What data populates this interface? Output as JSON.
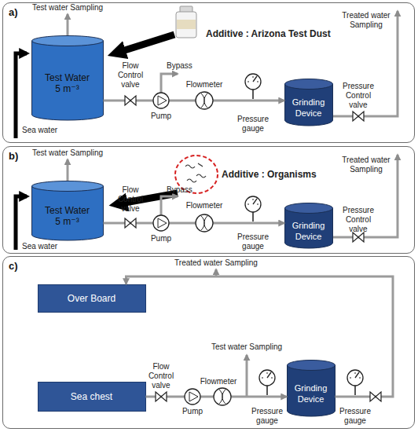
{
  "diagram": {
    "nodes": [
      {
        "text": [
          "a)"
        ]
      },
      {
        "text": [
          "Test Water",
          "5 m⁻³"
        ],
        "in": 0
      },
      {
        "text": [
          "Grinding Device"
        ],
        "in": 0
      },
      {
        "text": [
          "b)"
        ]
      },
      {
        "text": [
          "Test Water",
          "5 m⁻³"
        ],
        "in": 3
      },
      {
        "text": [
          "Grinding Device"
        ],
        "in": 3
      },
      {
        "text": [
          "c)"
        ]
      },
      {
        "text": [
          "Over Board"
        ],
        "in": 6
      },
      {
        "text": [
          "Sea chest"
        ],
        "in": 6
      },
      {
        "text": [
          "Grinding Device"
        ],
        "in": 6
      }
    ],
    "edges": [
      {
        "from": 1,
        "to": 2,
        "arrow": "to"
      },
      {
        "from": 4,
        "to": 5,
        "arrow": "to"
      },
      {
        "from": 8,
        "to": 9,
        "arrow": "to"
      },
      {
        "from": 9,
        "to": 7,
        "arrow": "to"
      }
    ],
    "labels": [
      "Test water Sampling",
      "Additive : Arizona Test Dust",
      "Treated water Sampling",
      "Bypass",
      "Flow Control valve",
      "Pump",
      "Flowmeter",
      "Pressure gauge",
      "Pressure Control valve",
      "Sea water",
      "Test water Sampling",
      "Additive : Organisms",
      "Treated water Sampling",
      "Bypass",
      "Flow Control valve",
      "Pump",
      "Flowmeter",
      "Pressure gauge",
      "Pressure Control valve",
      "Sea water",
      "Treated water Sampling",
      "Test water Sampling",
      "Flow Control valve",
      "Pump",
      "Flowmeter",
      "Pressure gauge",
      "Pressure gauge"
    ]
  }
}
